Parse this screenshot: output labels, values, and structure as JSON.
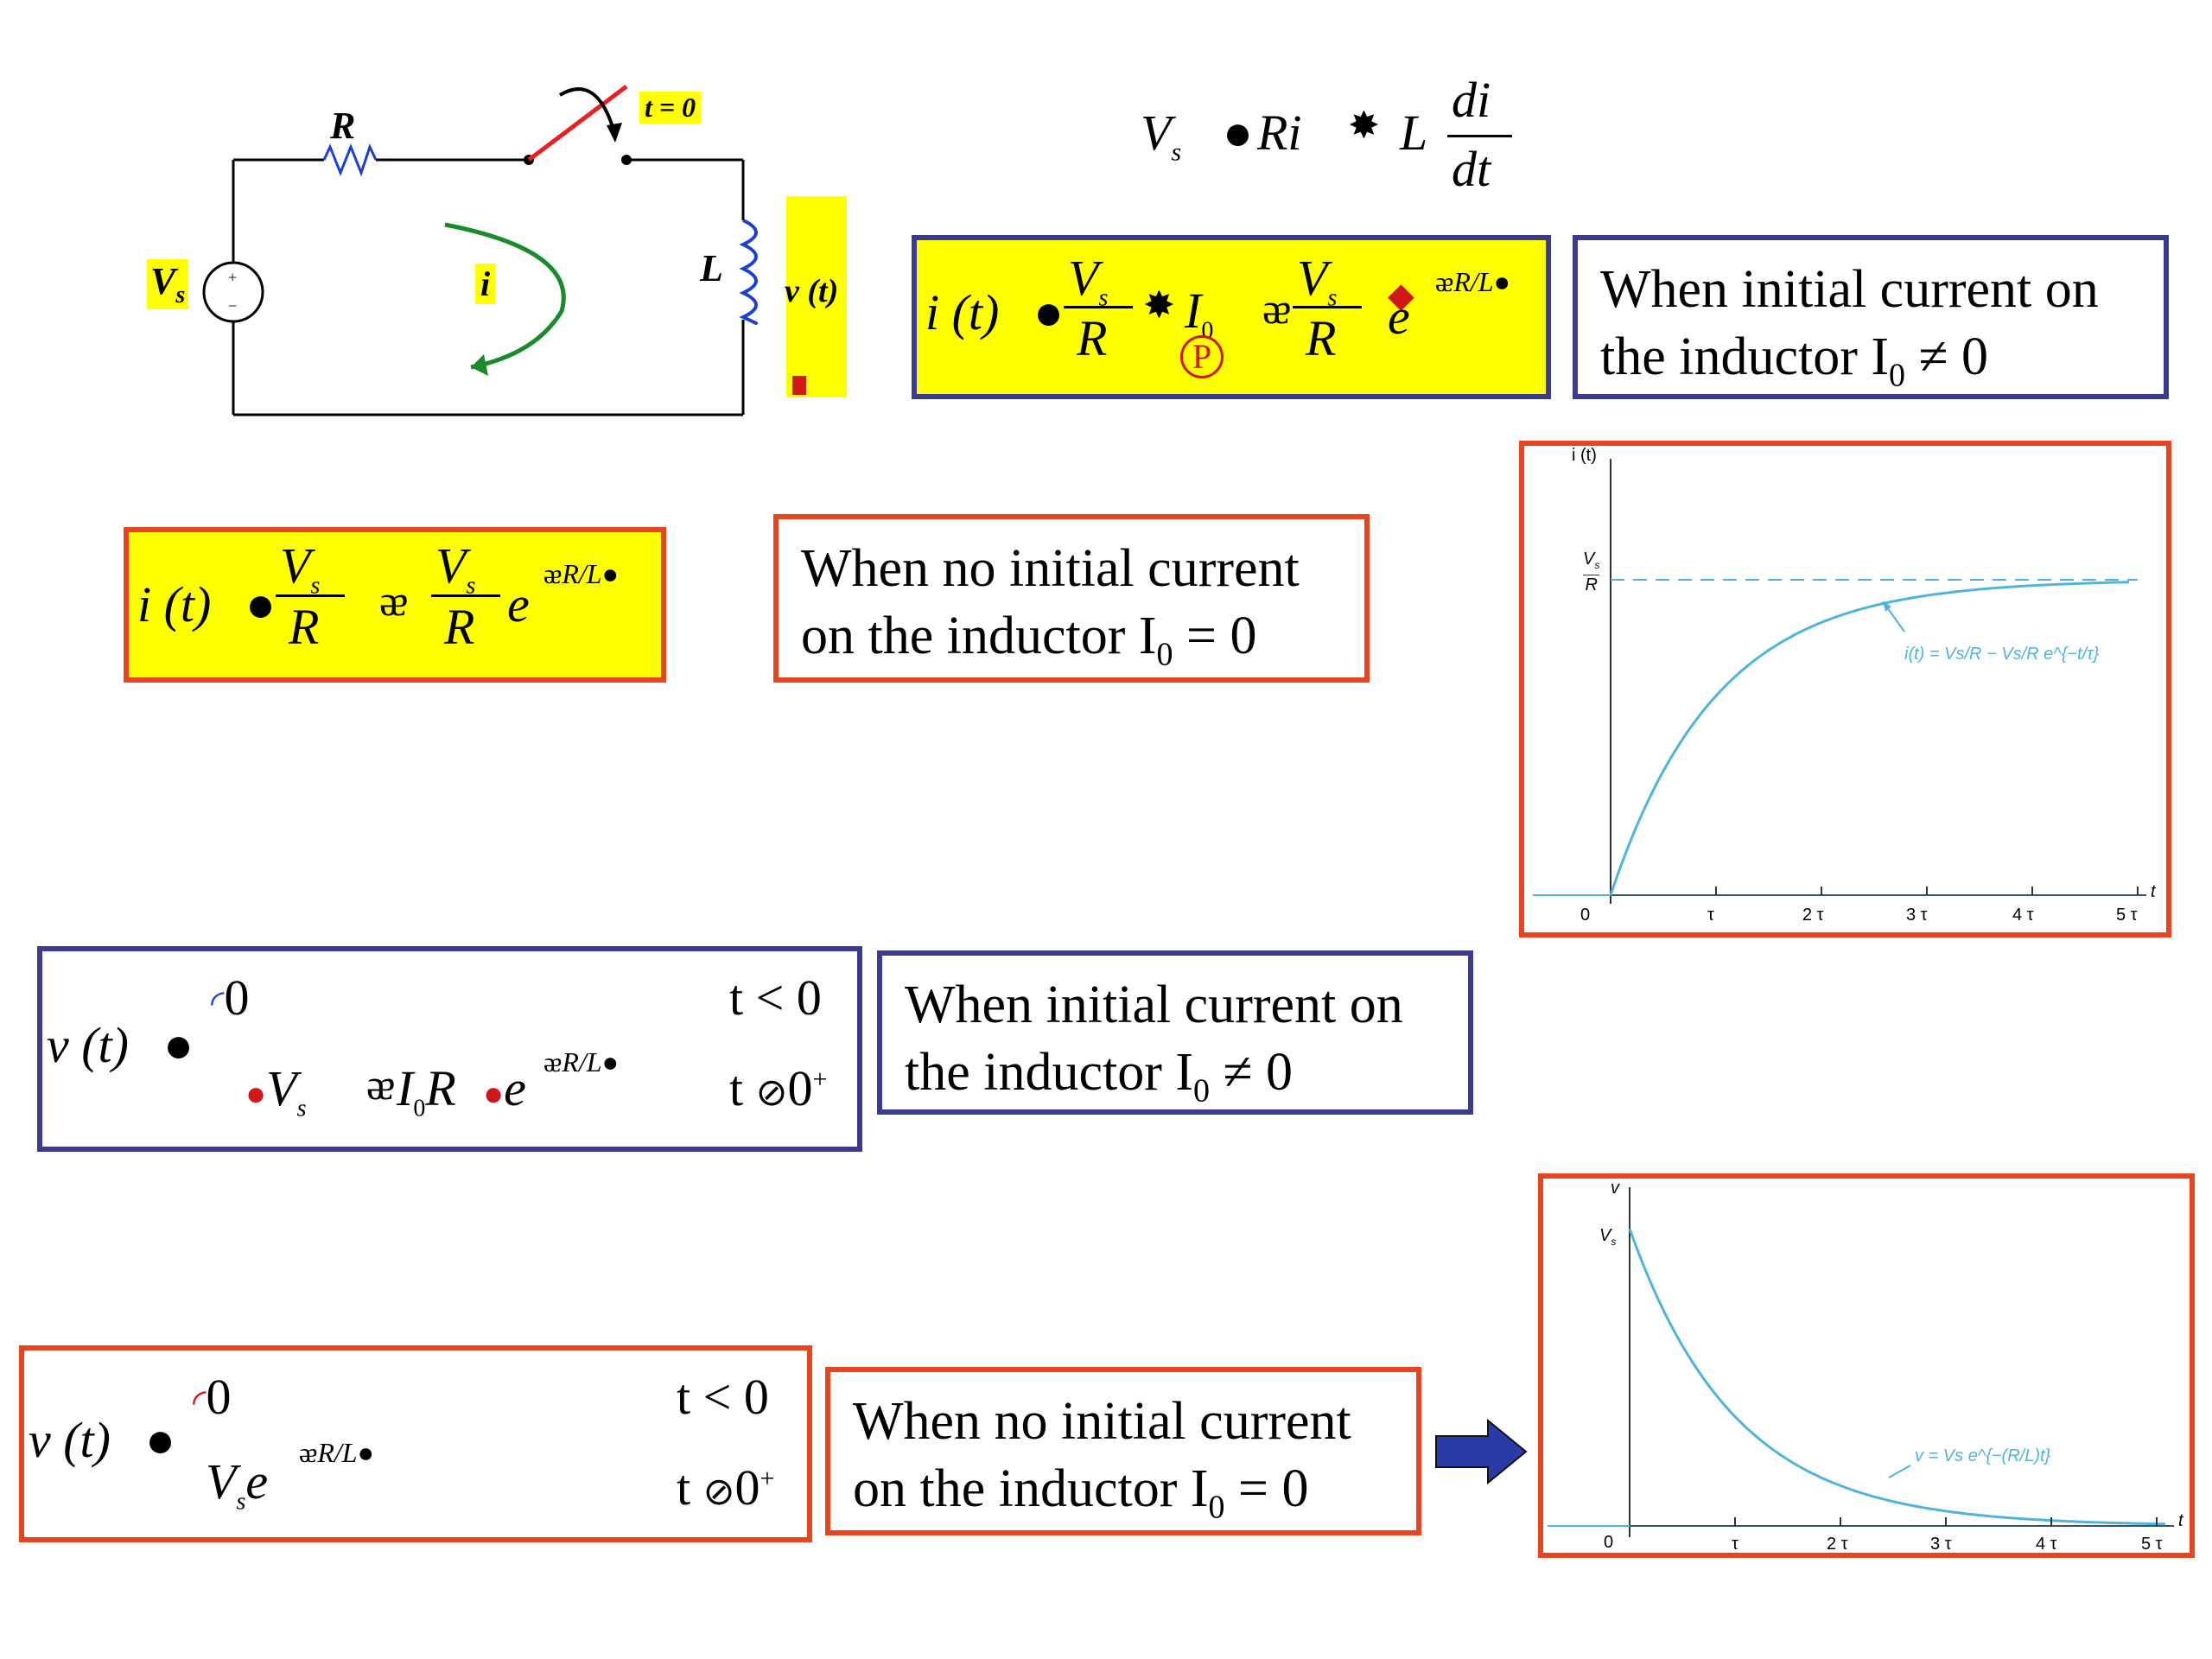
{
  "circuit": {
    "resistor_label": "R",
    "switch_label": "t = 0",
    "source_label": "V",
    "source_sub": "s",
    "current_label": "i",
    "inductor_label": "L",
    "voltage_label": "v (t)"
  },
  "kvl": {
    "lhs": "V",
    "lhs_sub": "s",
    "term1": "Ri",
    "term2": "L",
    "num": "di",
    "den": "dt"
  },
  "i_general": {
    "lhs": "i (t)",
    "frac1_num": "V",
    "frac1_sub": "s",
    "frac1_den": "R",
    "i0": "I",
    "i0_sub": "0",
    "frac2_num": "V",
    "frac2_sub": "s",
    "frac2_den": "R",
    "exp_base": "e",
    "exp": "R/L"
  },
  "note_i_nonzero_1": {
    "line1": "When initial current on",
    "line2": "the inductor   I",
    "sub": "0",
    "rel": " ≠ 0"
  },
  "i_zero": {
    "lhs": "i (t)",
    "frac1_num": "V",
    "frac1_sub": "s",
    "frac1_den": "R",
    "frac2_num": "V",
    "frac2_sub": "s",
    "frac2_den": "R",
    "exp_base": "e",
    "exp": "R/L"
  },
  "note_i_zero_1": {
    "line1": "When no initial current",
    "line2": "on the inductor   I",
    "sub": "0",
    "rel": " = 0"
  },
  "plot_i": {
    "ylabel": "i (t)",
    "level_num": "V",
    "level_sub": "s",
    "level_den": "R",
    "origin": "0",
    "ticks": [
      "τ",
      "2 τ",
      "3 τ",
      "4 τ",
      "5 τ"
    ],
    "xlabel": "t",
    "annotation": "i(t) = Vs/R − Vs/R e^{−t/τ}"
  },
  "v_general": {
    "lhs": "v (t)",
    "case1": "0",
    "cond1": "t < 0",
    "case2_a": "V",
    "case2_a_sub": "s",
    "case2_b": "I",
    "case2_b_sub": "0",
    "case2_c": "R",
    "case2_d": "e",
    "exp": "R/L",
    "cond2": "t ",
    "cond2_val": "0",
    "cond2_sup": "+"
  },
  "note_i_nonzero_2": {
    "line1": "When initial current on",
    "line2": "the inductor   I",
    "sub": "0",
    "rel": " ≠ 0"
  },
  "v_zero": {
    "lhs": "v (t)",
    "case1": "0",
    "cond1": "t < 0",
    "case2_a": "V",
    "case2_a_sub": "s",
    "case2_d": "e",
    "exp": "R/L",
    "cond2": "t ",
    "cond2_val": "0",
    "cond2_sup": "+"
  },
  "note_i_zero_2": {
    "line1": "When no initial current",
    "line2": "on the inductor   I",
    "sub": "0",
    "rel": " = 0"
  },
  "plot_v": {
    "ylabel": "v",
    "level": "V",
    "level_sub": "s",
    "origin": "0",
    "ticks": [
      "τ",
      "2 τ",
      "3 τ",
      "4 τ",
      "5 τ"
    ],
    "xlabel": "t",
    "annotation": "v = Vs e^{−(R/L)t}"
  },
  "colors": {
    "red": "#e8441e",
    "blue": "#3a3a8f",
    "yellow": "#ffff00",
    "curve": "#4fb3dc",
    "arrow": "#2a3aa8",
    "green": "#1a8a2a"
  }
}
